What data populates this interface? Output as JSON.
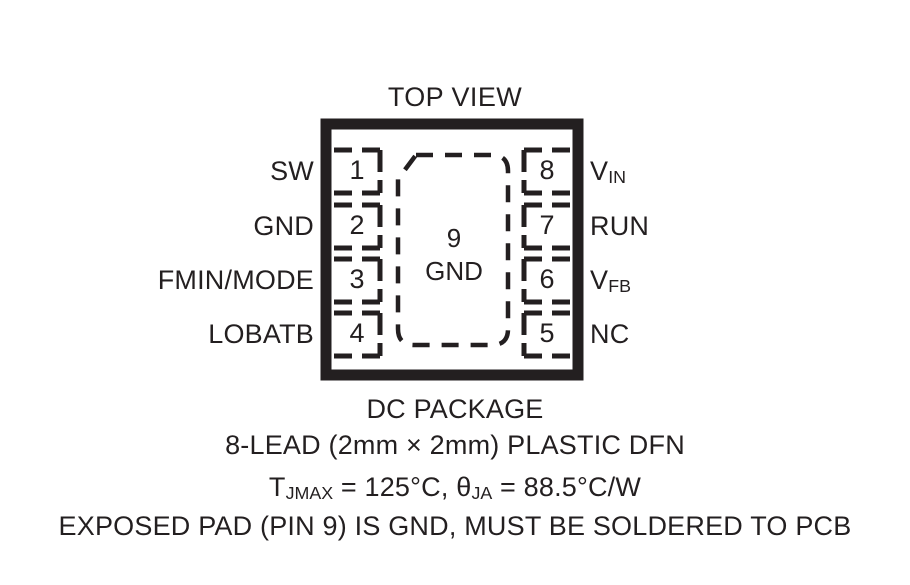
{
  "title": "TOP VIEW",
  "package": {
    "body_fill": "#ffffff",
    "outline_color": "#231f20",
    "exposed_pad": {
      "pin_number": "9",
      "label": "GND"
    }
  },
  "pins": {
    "left": [
      {
        "number": "1",
        "name": "SW",
        "sub": ""
      },
      {
        "number": "2",
        "name": "GND",
        "sub": ""
      },
      {
        "number": "3",
        "name": "FMIN/MODE",
        "sub": ""
      },
      {
        "number": "4",
        "name": "LOBATB",
        "sub": ""
      }
    ],
    "right": [
      {
        "number": "8",
        "name": "V",
        "sub": "IN"
      },
      {
        "number": "7",
        "name": "RUN",
        "sub": ""
      },
      {
        "number": "6",
        "name": "V",
        "sub": "FB"
      },
      {
        "number": "5",
        "name": "NC",
        "sub": ""
      }
    ]
  },
  "caption": {
    "line1": "DC PACKAGE",
    "line2": "8-LEAD (2mm × 2mm) PLASTIC DFN",
    "line3": {
      "t_prefix": "T",
      "t_sub": "JMAX",
      "t_value": " = 125°C, ",
      "theta_prefix": "θ",
      "theta_sub": "JA",
      "theta_value": " = 88.5°C/W"
    },
    "line4": "EXPOSED PAD (PIN 9) IS GND, MUST BE SOLDERED TO PCB"
  }
}
